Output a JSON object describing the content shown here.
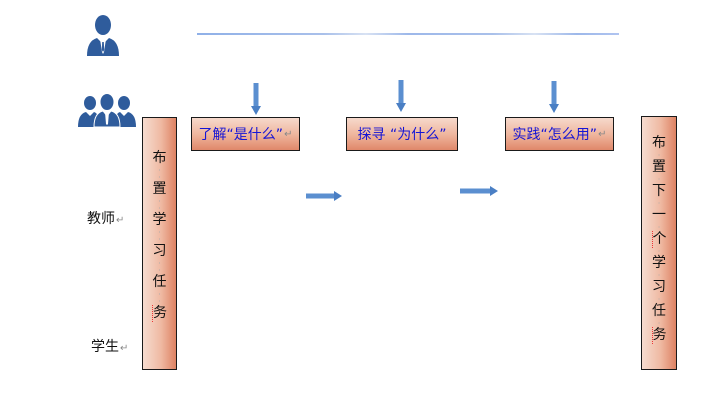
{
  "roles": {
    "teacher_icon": "single-person-icon",
    "students_icon": "group-people-icon",
    "teacher_label": "教师",
    "student_label": "学生"
  },
  "paragraph_mark": "↵",
  "steps": [
    {
      "label": "了解“是什么”"
    },
    {
      "label": "探寻 “为什么”"
    },
    {
      "label": "实践“怎么用”"
    }
  ],
  "left_box": {
    "chars": [
      "布",
      "置",
      "学",
      "习",
      "任",
      "务"
    ]
  },
  "right_box": {
    "chars": [
      "布",
      "置",
      "下",
      "一",
      "个",
      "学",
      "习",
      "任",
      "务"
    ]
  },
  "colors": {
    "accent_blue": "#4f81bd",
    "text_blue": "#1515d6",
    "box_orange": "#e0876a"
  }
}
